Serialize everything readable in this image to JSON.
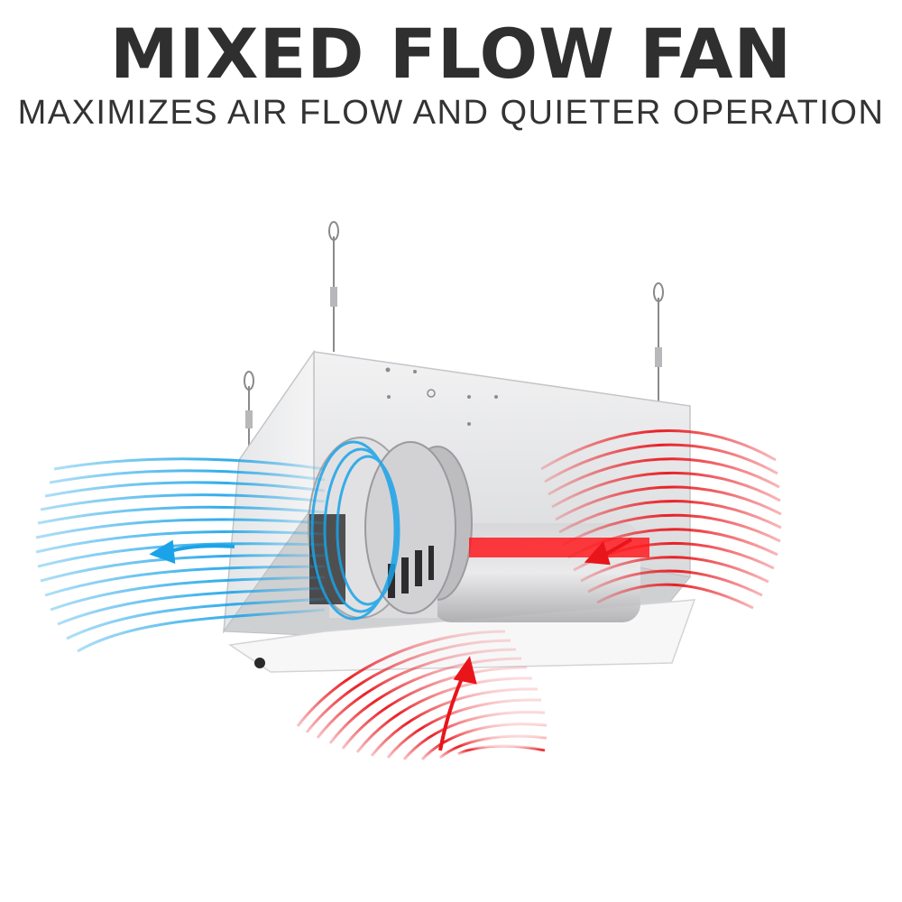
{
  "header": {
    "title": "MIXED FLOW FAN",
    "subtitle": "MAXIMIZES AIR FLOW AND QUIETER OPERATION"
  },
  "illustration": {
    "subject": "ceiling-mounted-fan-unit",
    "airflow": [
      {
        "name": "exhaust-airflow",
        "direction": "left",
        "color": "#1aa3e8"
      },
      {
        "name": "intake-airflow-right",
        "direction": "left",
        "color": "#e8151b"
      },
      {
        "name": "intake-airflow-bottom",
        "direction": "up",
        "color": "#e8151b"
      }
    ]
  }
}
